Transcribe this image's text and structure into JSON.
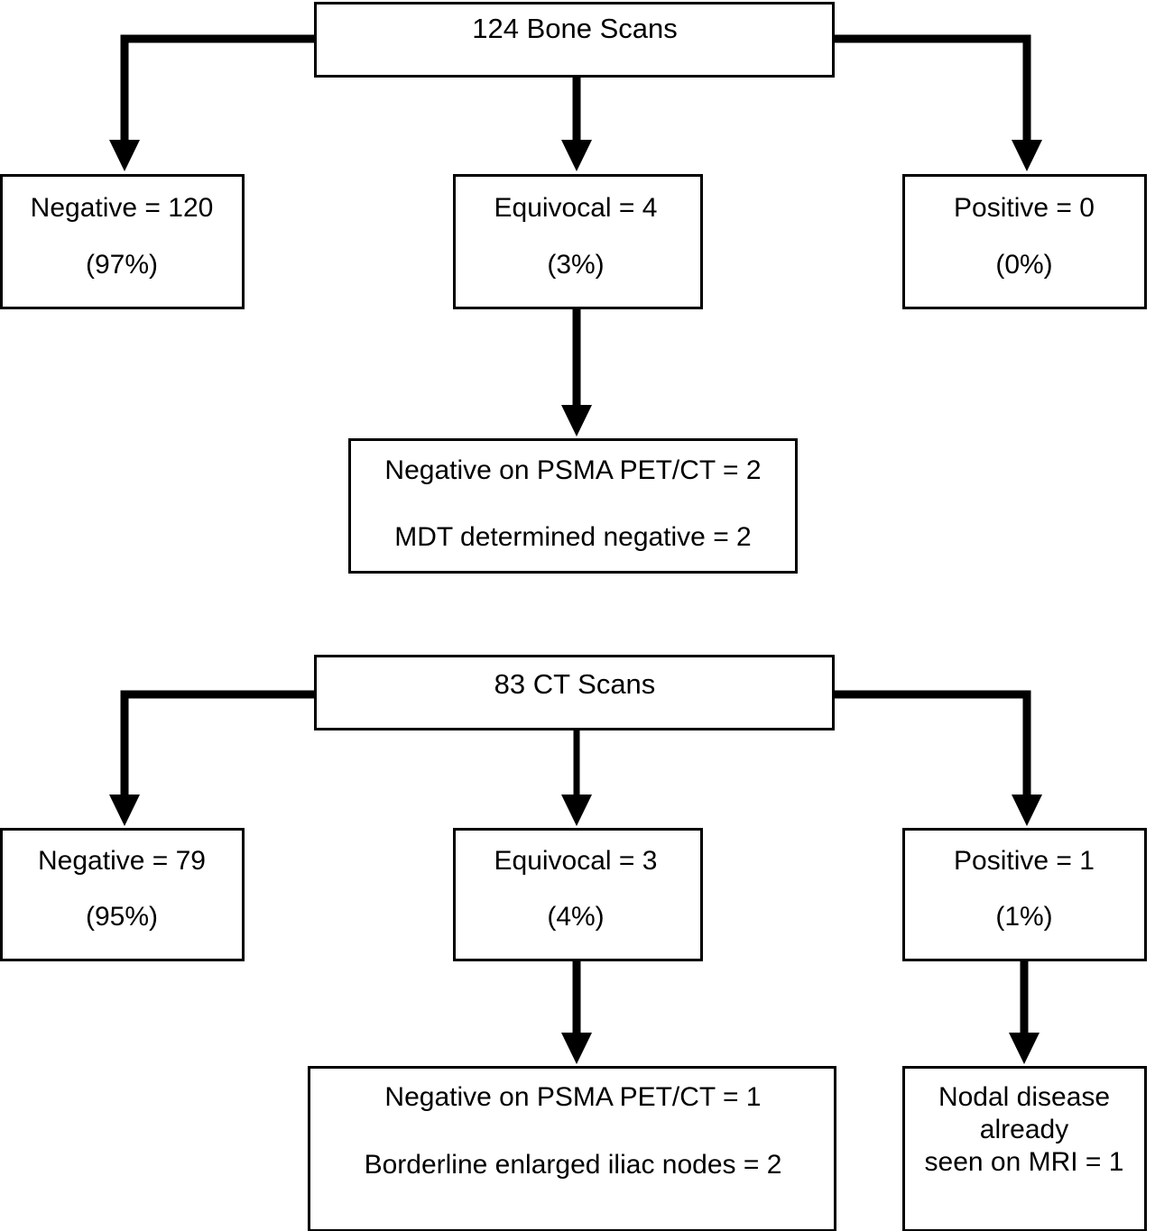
{
  "diagram": {
    "type": "flowchart",
    "title_visible": false,
    "charts": [
      {
        "id": "bone-scan-flow",
        "root": {
          "label": "124 Bone Scans",
          "total": 124,
          "modality": "Bone Scan"
        },
        "outcomes": [
          {
            "id": "negative",
            "line1": "Negative = 120",
            "line2": "(97%)",
            "count": 120,
            "percent": 97
          },
          {
            "id": "equivocal",
            "line1": "Equivocal = 4",
            "line2": "(3%)",
            "count": 4,
            "percent": 3
          },
          {
            "id": "positive",
            "line1": "Positive = 0",
            "line2": "(0%)",
            "count": 0,
            "percent": 0
          }
        ],
        "details": [
          {
            "id": "equivocal-detail",
            "parent": "equivocal",
            "lines": [
              "Negative on PSMA PET/CT = 2",
              "MDT determined negative = 2"
            ]
          }
        ]
      },
      {
        "id": "ct-scan-flow",
        "root": {
          "label": "83 CT Scans",
          "total": 83,
          "modality": "CT Scan"
        },
        "outcomes": [
          {
            "id": "negative",
            "line1": "Negative = 79",
            "line2": "(95%)",
            "count": 79,
            "percent": 95
          },
          {
            "id": "equivocal",
            "line1": "Equivocal = 3",
            "line2": "(4%)",
            "count": 3,
            "percent": 4
          },
          {
            "id": "positive",
            "line1": "Positive = 1",
            "line2": "(1%)",
            "count": 1,
            "percent": 1
          }
        ],
        "details": [
          {
            "id": "equivocal-detail",
            "parent": "equivocal",
            "lines": [
              "Negative on PSMA PET/CT = 1",
              "Borderline enlarged iliac nodes = 2"
            ]
          },
          {
            "id": "positive-detail",
            "parent": "positive",
            "lines": [
              "Nodal disease",
              "already",
              "seen on MRI = 1"
            ]
          }
        ]
      }
    ],
    "colors": {
      "box_fill": "#ffffff",
      "box_stroke": "#000000",
      "connector": "#000000",
      "text": "#000000",
      "background": "#ffffff"
    }
  }
}
